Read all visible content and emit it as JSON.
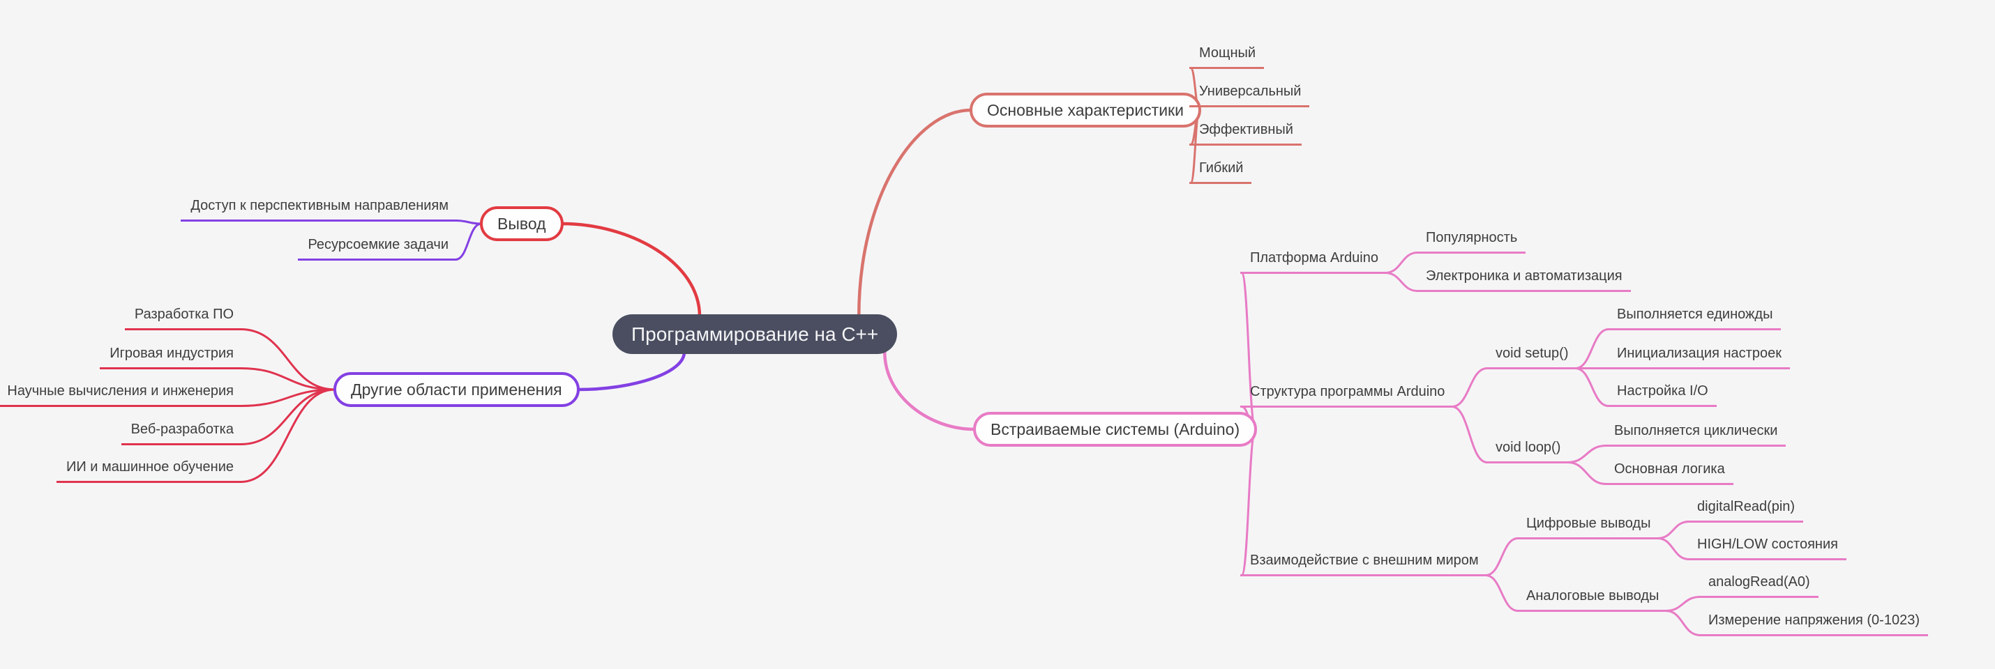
{
  "title": "Программирование на C++",
  "colors": {
    "background": "#f5f5f6",
    "dark_node": "#4a4e60",
    "text": "#3d3d3d",
    "salmon": "#d9736d",
    "red": "#e23b42",
    "purple": "#8340e3",
    "crimson": "#e0334e",
    "pink": "#e87bc5"
  },
  "branches": {
    "characteristics": {
      "label": "Основные характеристики",
      "children": [
        "Мощный",
        "Универсальный",
        "Эффективный",
        "Гибкий"
      ]
    },
    "conclusion": {
      "label": "Вывод",
      "children": [
        "Доступ к перспективным направлениям",
        "Ресурсоемкие задачи"
      ]
    },
    "other_areas": {
      "label": "Другие области применения",
      "children": [
        "Разработка ПО",
        "Игровая индустрия",
        "Научные вычисления и инженерия",
        "Веб-разработка",
        "ИИ и машинное обучение"
      ]
    },
    "embedded": {
      "label": "Встраиваемые системы (Arduino)",
      "platform": {
        "label": "Платформа Arduino",
        "children": [
          "Популярность",
          "Электроника и автоматизация"
        ]
      },
      "structure": {
        "label": "Структура программы Arduino",
        "setup": {
          "label": "void setup()",
          "children": [
            "Выполняется единожды",
            "Инициализация настроек",
            "Настройка I/O"
          ]
        },
        "loop": {
          "label": "void loop()",
          "children": [
            "Выполняется циклически",
            "Основная логика"
          ]
        }
      },
      "interaction": {
        "label": "Взаимодействие с внешним миром",
        "digital": {
          "label": "Цифровые выводы",
          "children": [
            "digitalRead(pin)",
            "HIGH/LOW состояния"
          ]
        },
        "analog": {
          "label": "Аналоговые выводы",
          "children": [
            "analogRead(A0)",
            "Измерение напряжения (0-1023)"
          ]
        }
      }
    }
  }
}
